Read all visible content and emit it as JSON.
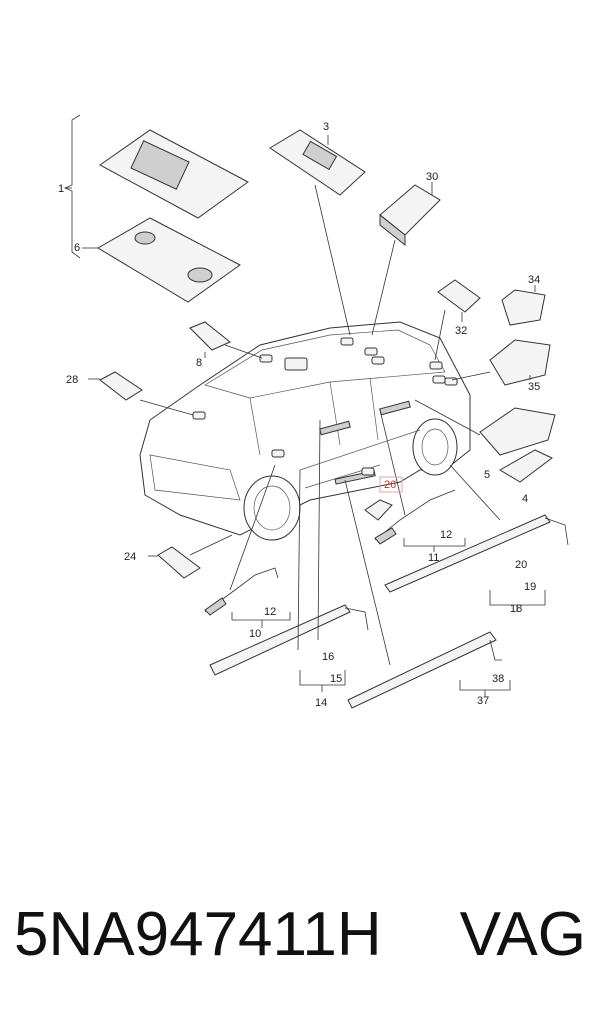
{
  "callouts": {
    "c1": "1",
    "c3": "3",
    "c4": "4",
    "c5": "5",
    "c6": "6",
    "c8": "8",
    "c10": "10",
    "c11": "11",
    "c12a": "12",
    "c12b": "12",
    "c14": "14",
    "c15": "15",
    "c16": "16",
    "c18": "18",
    "c19": "19",
    "c20": "20",
    "c24": "24",
    "c26": "26",
    "c28": "28",
    "c30": "30",
    "c32": "32",
    "c34": "34",
    "c35": "35",
    "c37": "37",
    "c38": "38"
  },
  "highlight_color": "#e8a0a8",
  "footer": {
    "part_number": "5NA947411H",
    "brand": "VAG"
  }
}
